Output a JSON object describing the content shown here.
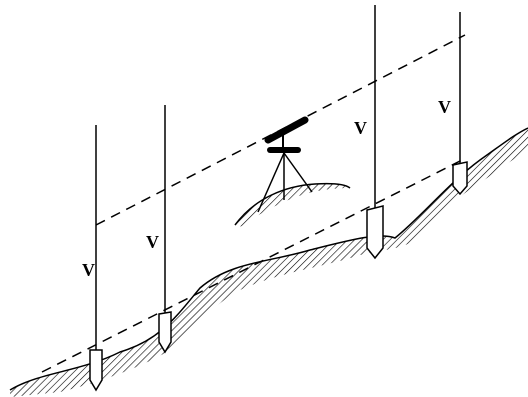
{
  "diagram": {
    "rod_labels": [
      {
        "id": "rod-1",
        "text": "V"
      },
      {
        "id": "rod-2",
        "text": "V"
      },
      {
        "id": "rod-3",
        "text": "V"
      },
      {
        "id": "rod-4",
        "text": "V"
      }
    ],
    "colors": {
      "ink": "#000000",
      "background": "#ffffff"
    }
  }
}
